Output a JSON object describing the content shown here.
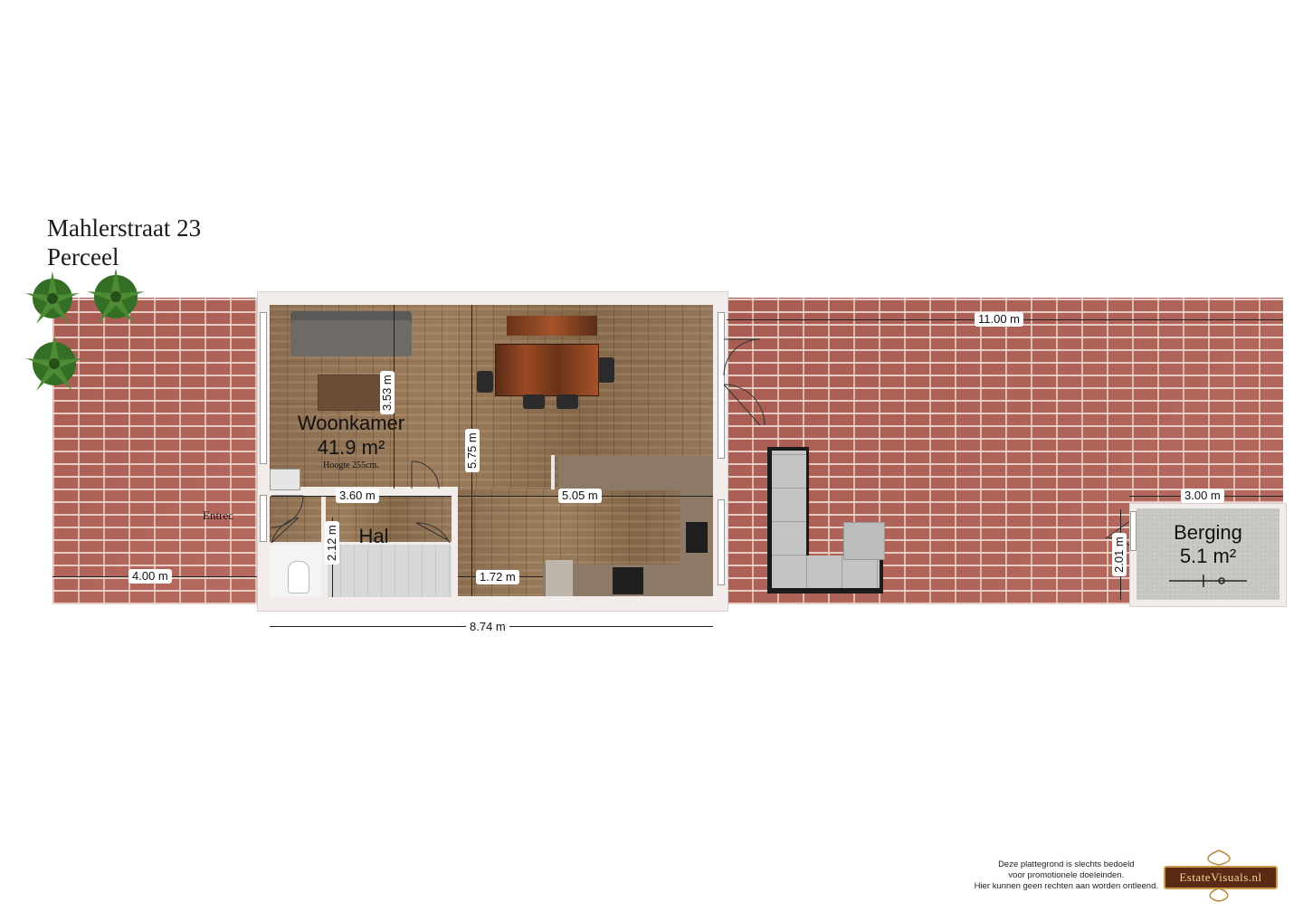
{
  "header": {
    "line1": "Mahlerstraat 23",
    "line2": "Perceel"
  },
  "rooms": {
    "woonkamer": {
      "name": "Woonkamer",
      "area": "41.9 m²",
      "height": "Hoogte 255cm."
    },
    "hal": {
      "name": "Hal"
    },
    "berging": {
      "name": "Berging",
      "area": "5.1 m²"
    }
  },
  "labels": {
    "entrance": "Entrec"
  },
  "dimensions": {
    "woonkamer_depth": "3.53 m",
    "center_depth": "5.75 m",
    "hal_width": "3.60 m",
    "kitchen_width": "5.05 m",
    "hal_depth": "2.12 m",
    "kitchen_small": "1.72 m",
    "front_yard": "4.00 m",
    "house_width": "8.74 m",
    "garden_length": "11.00 m",
    "berging_width": "3.00 m",
    "berging_depth": "2.01 m"
  },
  "footer": {
    "disclaimer_1": "Deze plattegrond is slechts bedoeld",
    "disclaimer_2": "voor promotionele doeleinden.",
    "disclaimer_3": "Hier kunnen geen rechten aan worden ontleend.",
    "logo_text": "EstateVisuals.nl"
  },
  "colors": {
    "brick": "#b2675e",
    "wood": "#8e7052",
    "wall": "#f2ecea",
    "sofa": "#6d6a68",
    "lounge": "#bdbdbd"
  }
}
